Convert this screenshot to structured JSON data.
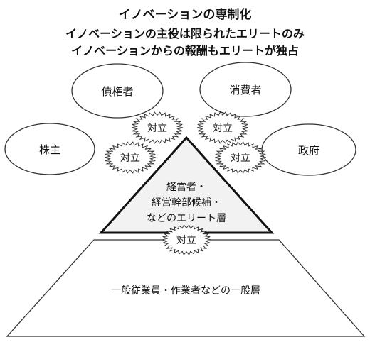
{
  "title": "イノベーションの専制化",
  "subtitle_lines": [
    "イノベーションの主役は限られたエリートのみ",
    "イノベーションからの報酬もエリートが独占"
  ],
  "stakeholders": {
    "creditor": "債権者",
    "consumer": "消費者",
    "shareholder": "株主",
    "government": "政府"
  },
  "conflict_label": "対立",
  "elite_lines": [
    "経営者・",
    "経営幹部候補・",
    "などのエリート層"
  ],
  "general_label": "一般従業員・作業者などの一般層"
}
